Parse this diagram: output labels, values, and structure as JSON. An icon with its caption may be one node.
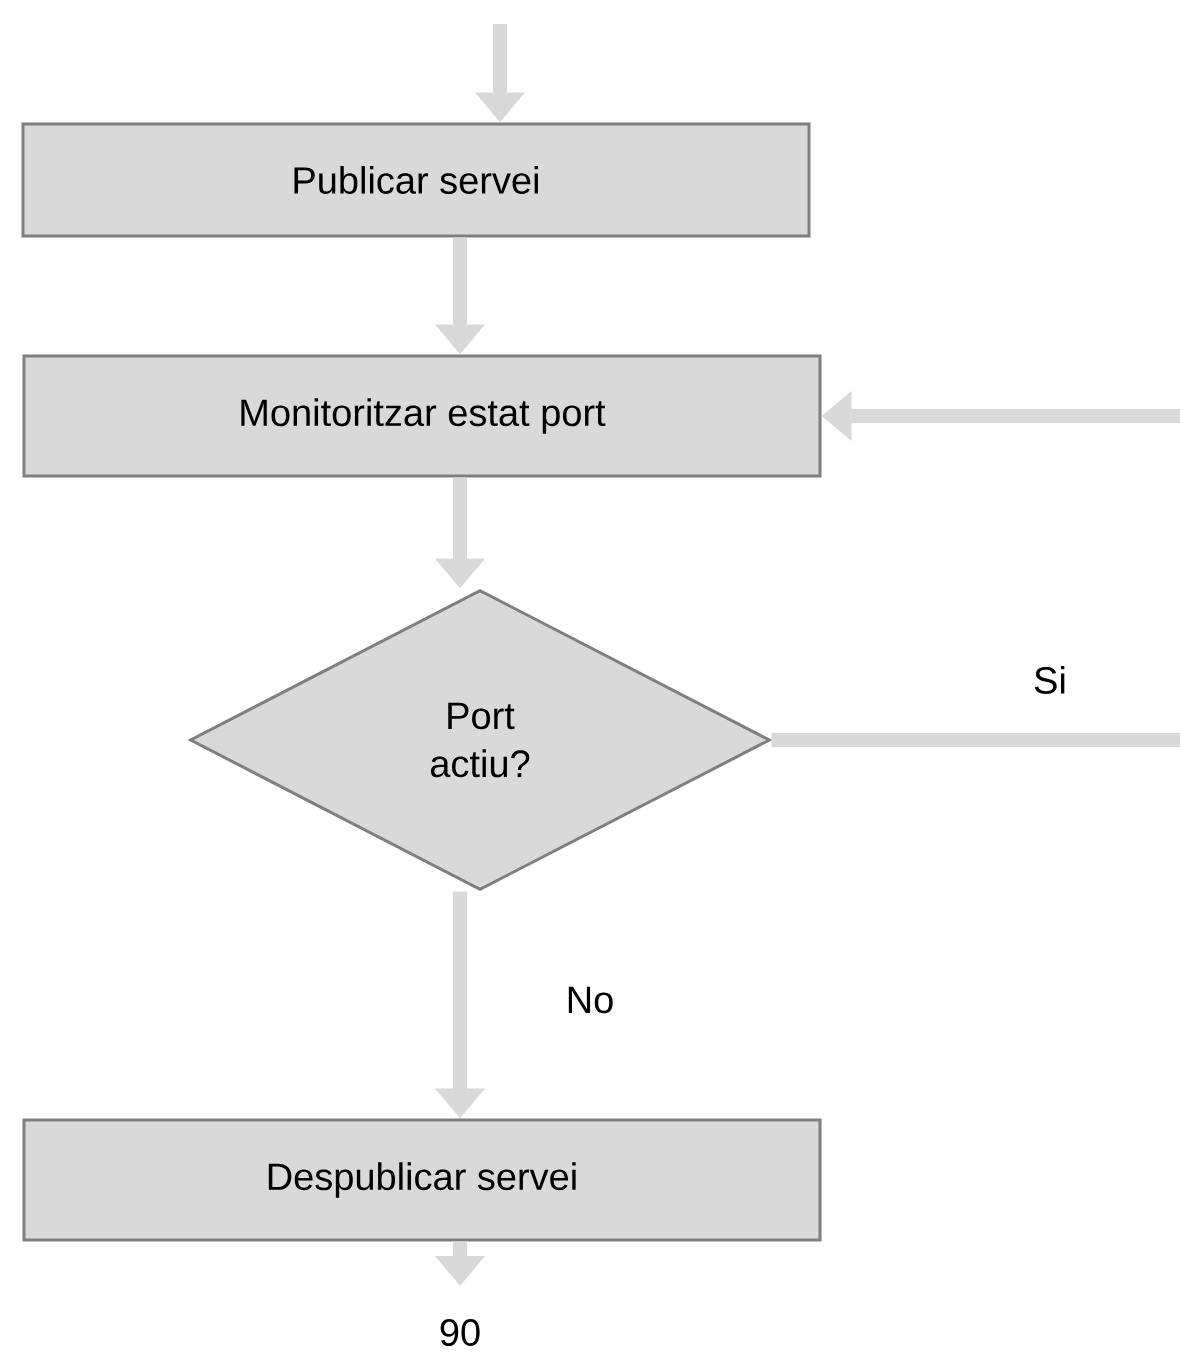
{
  "diagram": {
    "nodes": [
      {
        "text": [
          "Publicar servei"
        ]
      },
      {
        "text": [
          "Monitoritzar estat port"
        ]
      },
      {
        "text": [
          "Port actiu?"
        ]
      },
      {
        "text": [
          "Despublicar servei"
        ]
      }
    ],
    "edges": [
      {
        "from": null,
        "to": 0,
        "arrow": "to"
      },
      {
        "from": 0,
        "to": 1,
        "arrow": "to"
      },
      {
        "from": null,
        "to": 1,
        "arrow": "to"
      },
      {
        "from": 1,
        "to": 2,
        "arrow": "to"
      },
      {
        "from": 2,
        "to": null,
        "arrow": "none",
        "label": "Si"
      },
      {
        "from": 2,
        "to": 3,
        "arrow": "to",
        "label": "No"
      },
      {
        "from": 3,
        "to": null,
        "arrow": "to"
      }
    ],
    "labels": [
      "90"
    ]
  }
}
